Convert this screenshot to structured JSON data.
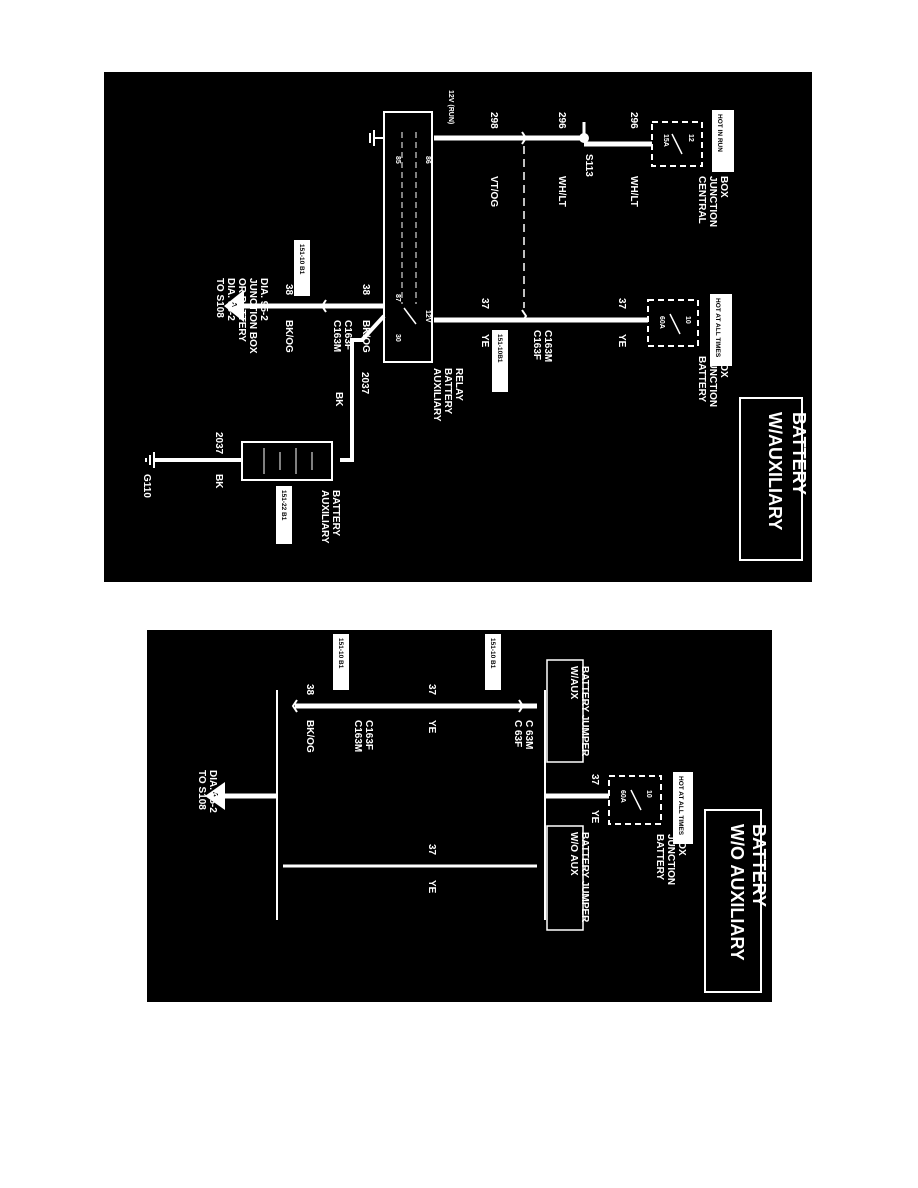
{
  "top": {
    "title_line1": "W/AUXILIARY",
    "title_line2": "BATTERY",
    "central_jb": {
      "tag": "HOT IN RUN",
      "name_lines": [
        "CENTRAL",
        "JUNCTION",
        "BOX"
      ],
      "fuse": "15A",
      "pin": "12"
    },
    "battery_jb": {
      "tag": "HOT AT ALL TIMES",
      "name_lines": [
        "BATTERY",
        "JUNCTION",
        "BOX"
      ],
      "fuse": "60A",
      "pin": "10"
    },
    "relay": {
      "name_lines": [
        "AUXILIARY",
        "BATTERY",
        "RELAY"
      ],
      "pin_86": "86",
      "pin_85": "85",
      "pin_87": "87",
      "pin_30": "30",
      "label_12v": "12V",
      "label_12v_run": "12V (RUN)"
    },
    "aux_battery": {
      "name_lines": [
        "AUXILIARY",
        "BATTERY"
      ],
      "ref": "151-22 B1"
    },
    "wires": {
      "w296_num": "296",
      "w296_color": "WH/LT",
      "w296b_num": "296",
      "w296b_color": "WH/LT",
      "splice": "S113",
      "w298_num": "298",
      "w298_color": "VT/OG",
      "w37a_num": "37",
      "w37a_color": "YE",
      "w37b_num": "37",
      "w37b_color": "YE",
      "w38a_num": "38",
      "w38a_color": "BK/OG",
      "w38b_num": "38",
      "w38b_color": "BK/OG",
      "w2037a_num": "2037",
      "w2037a_color": "BK",
      "w2037b_num": "2037",
      "w2037b_color": "BK"
    },
    "connectors": {
      "c163_top": [
        "C163F",
        "C163M"
      ],
      "c163_top_ref": "151-10B1",
      "c163_bot": [
        "C163M",
        "C163F"
      ],
      "c163_bot_ref": "151-10 B1"
    },
    "ground": "G110",
    "arrow_letter": "A",
    "destination_lines": [
      "TO S108",
      "DIA. 95-2",
      "OR BATTERY",
      "JUNCTION BOX",
      "DIA. 95-2"
    ]
  },
  "bottom": {
    "title_line1": "W/O AUXILIARY",
    "title_line2": "BATTERY",
    "battery_jb": {
      "tag": "HOT AT ALL TIMES",
      "name_lines": [
        "BATTERY",
        "JUNCTION",
        "BOX"
      ],
      "fuse": "60A",
      "pin": "10"
    },
    "w_aux_box": [
      "W/AUX",
      "BATTERY JUMPER"
    ],
    "wo_aux_box": [
      "W/O AUX",
      "BATTERY JUMPER"
    ],
    "wires": {
      "w37_main_num": "37",
      "w37_main_color": "YE",
      "w37_aux_num": "37",
      "w37_aux_color": "YE",
      "w37_noaux_num": "37",
      "w37_noaux_color": "YE",
      "w38_num": "38",
      "w38_color": "BK/OG"
    },
    "connectors": {
      "c163_top": [
        "C 63F",
        "C 63M"
      ],
      "c163_top_ref": "151-10 B1",
      "c163_bot": [
        "C163M",
        "C163F"
      ],
      "c163_bot_ref": "151-10 B1"
    },
    "arrow_letter": "A",
    "destination_lines": [
      "TO S108",
      "DIA. 95-2"
    ]
  }
}
